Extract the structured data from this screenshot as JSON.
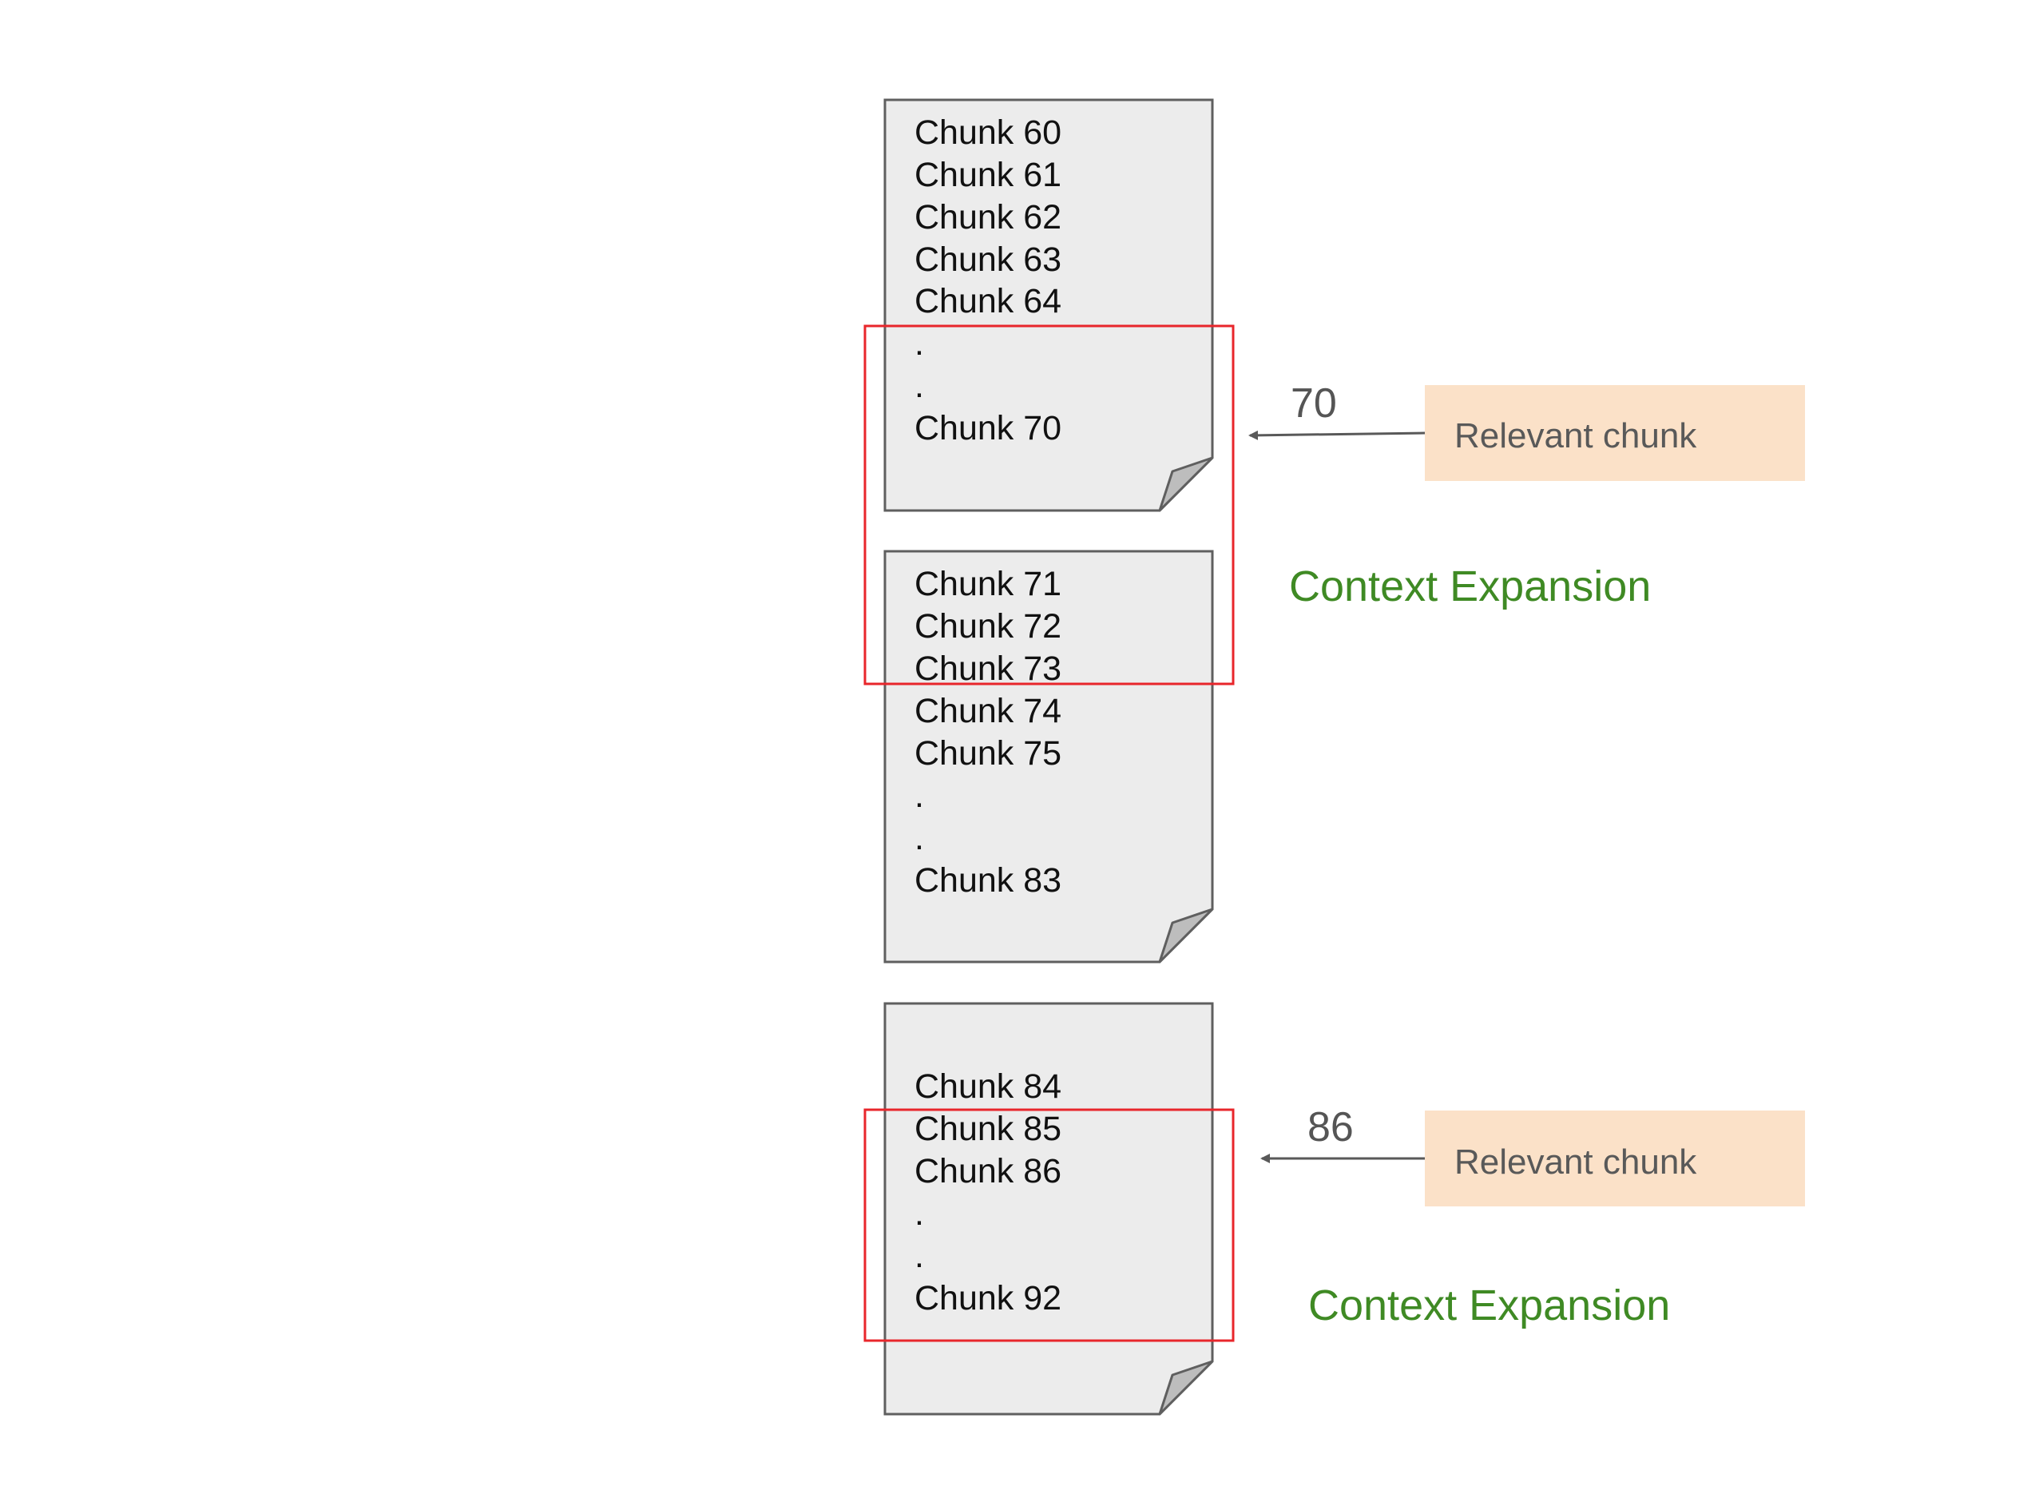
{
  "colors": {
    "page_fill": "#ececec",
    "page_stroke": "#5f5f5f",
    "fold_fill": "#bdbdbd",
    "highlight": "#e8262b",
    "relevant_box": "#fbe1c8",
    "arrow": "#595959",
    "expansion_text": "#3f8a24"
  },
  "pages": [
    {
      "lines": [
        "Chunk 60",
        "Chunk 61",
        "Chunk 62",
        "Chunk 63",
        "Chunk 64",
        ".",
        ".",
        "Chunk 70"
      ]
    },
    {
      "lines": [
        "Chunk 71",
        "Chunk 72",
        "Chunk 73",
        "Chunk 74",
        "Chunk 75",
        ".",
        ".",
        "Chunk 83"
      ]
    },
    {
      "lines": [
        "Chunk 84",
        "Chunk 85",
        "Chunk 86",
        ".",
        ".",
        "Chunk 92"
      ]
    }
  ],
  "callouts": [
    {
      "number": "70",
      "label": "Relevant chunk",
      "expansion": "Context Expansion"
    },
    {
      "number": "86",
      "label": "Relevant chunk",
      "expansion": "Context Expansion"
    }
  ]
}
